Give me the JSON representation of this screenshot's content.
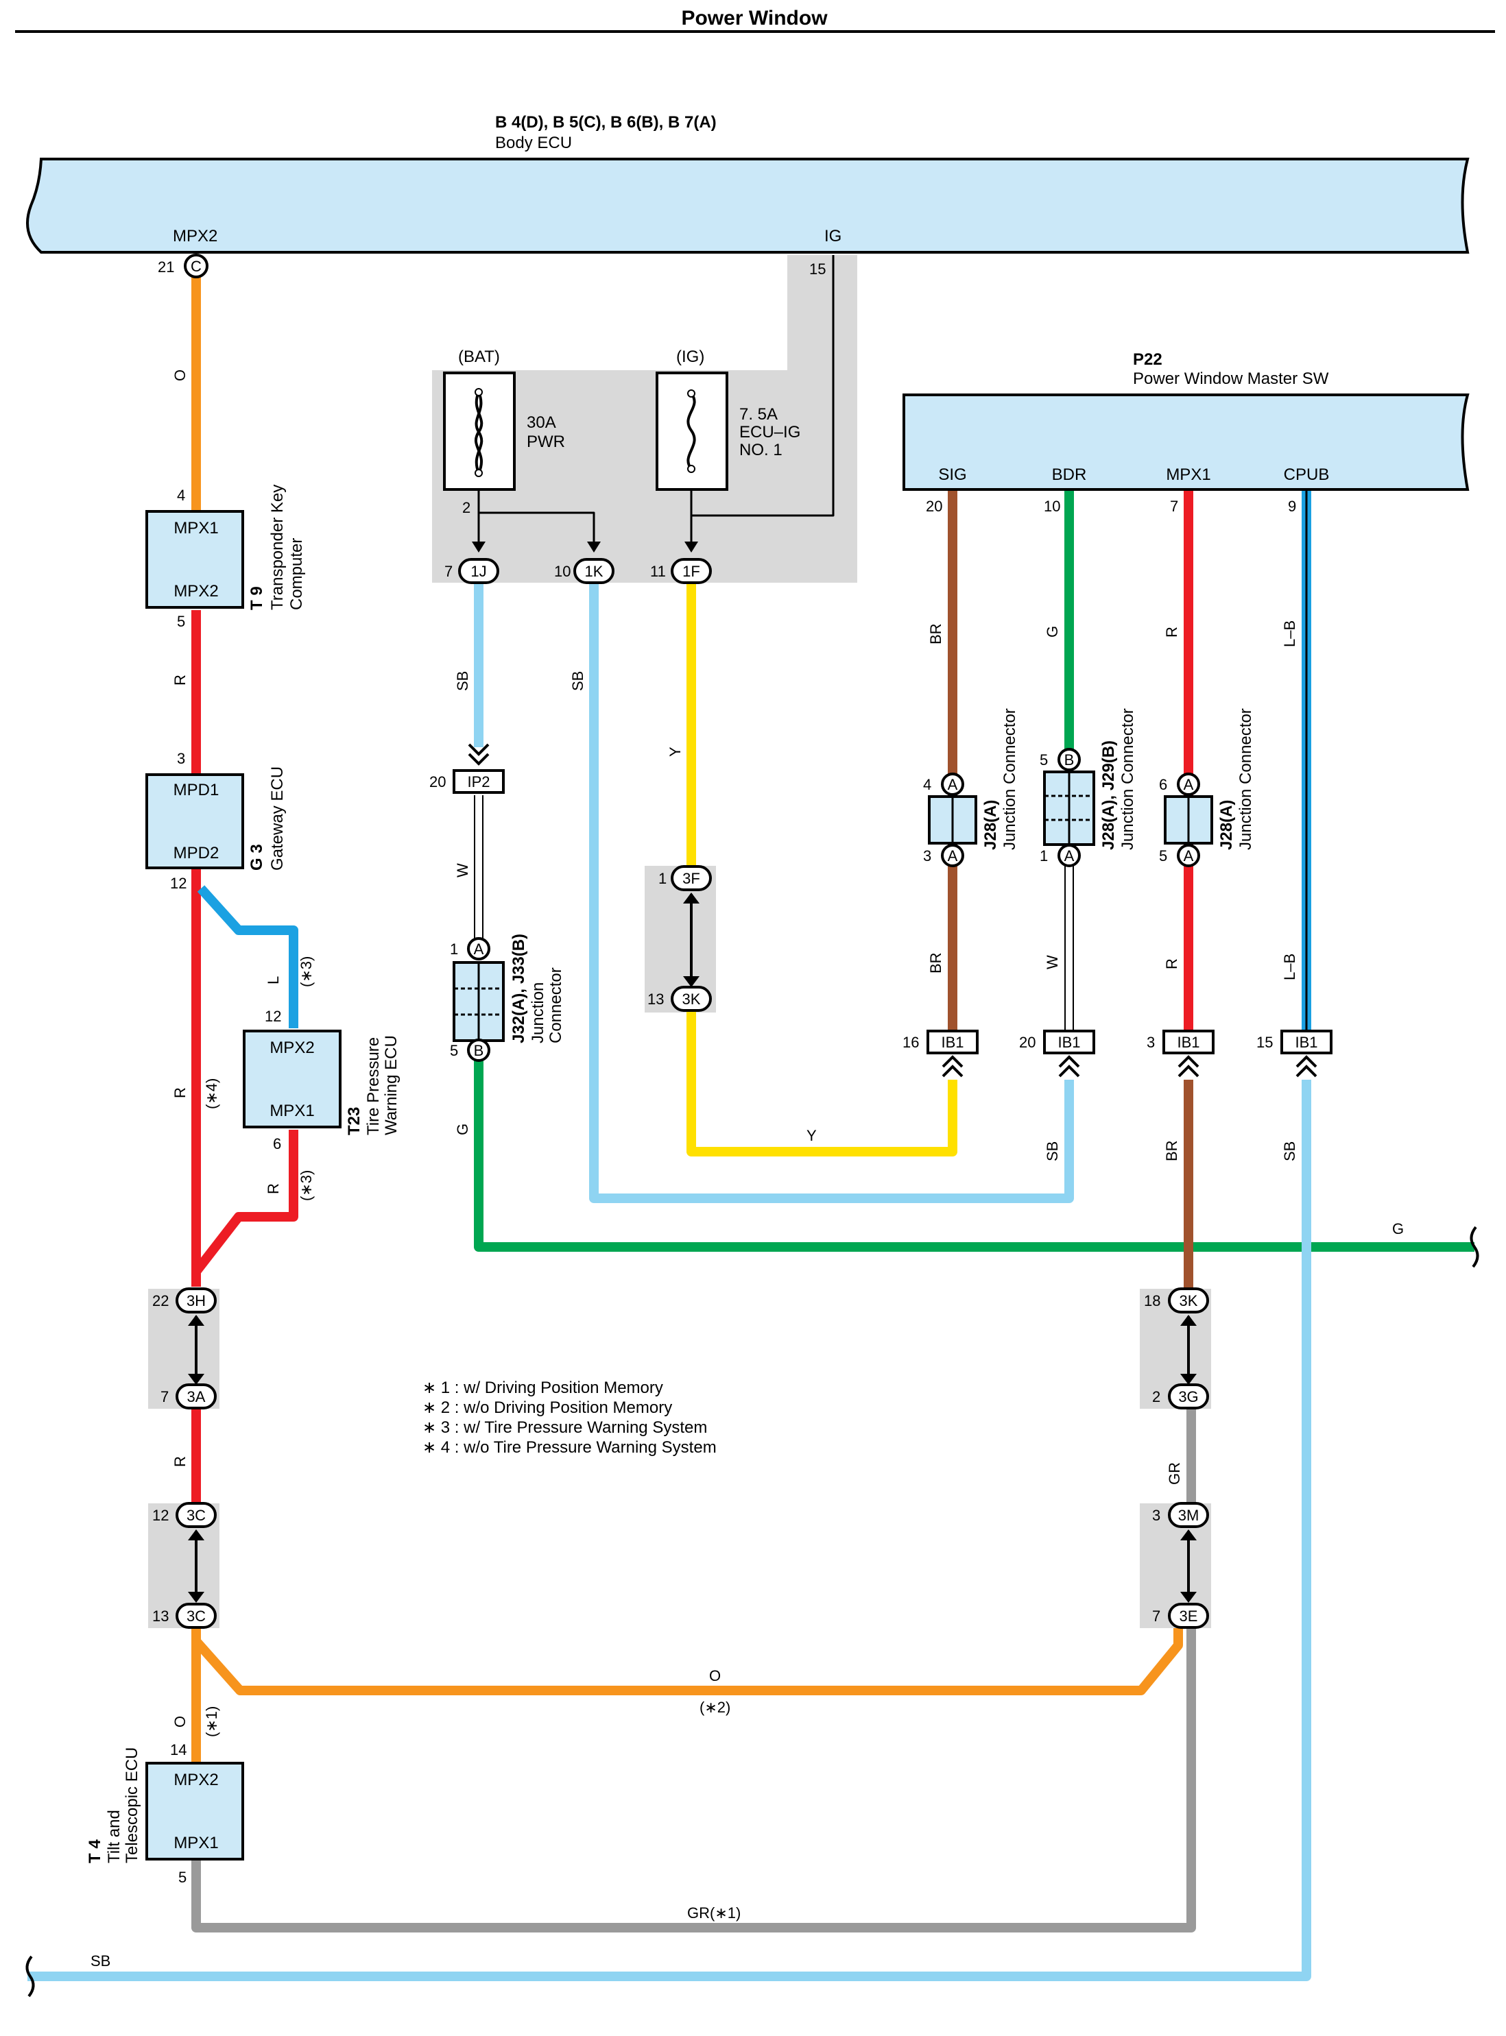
{
  "title": "Power Window",
  "body_ecu": {
    "code": "B 4(D), B 5(C), B 6(B), B 7(A)",
    "name": "Body ECU",
    "pins": {
      "mpx2_label": "MPX2",
      "mpx2_num": "21",
      "mpx2_conn": "C",
      "ig_label": "IG",
      "ig_num": "15"
    }
  },
  "master_sw": {
    "code": "P22",
    "name": "Power Window Master SW",
    "terminals": [
      {
        "label": "SIG",
        "num": "20"
      },
      {
        "label": "BDR",
        "num": "10"
      },
      {
        "label": "MPX1",
        "num": "7"
      },
      {
        "label": "CPUB",
        "num": "9"
      }
    ]
  },
  "fuses": [
    {
      "source": "(BAT)",
      "rating": "30A",
      "name": "PWR",
      "pin": "2"
    },
    {
      "source": "(IG)",
      "rating": "7. 5A",
      "name": "ECU–IG",
      "name2": "NO. 1"
    }
  ],
  "ecus": {
    "t9": {
      "top": "MPX1",
      "bottom": "MPX2",
      "code": "T 9",
      "name1": "Transponder Key",
      "name2": "Computer",
      "pin_top": "4",
      "pin_bottom": "5"
    },
    "g3": {
      "top": "MPD1",
      "bottom": "MPD2",
      "code": "G 3",
      "name1": "Gateway ECU",
      "pin_top": "3",
      "pin_bottom": "12"
    },
    "t23": {
      "top": "MPX2",
      "bottom": "MPX1",
      "code": "T23",
      "name1": "Tire Pressure",
      "name2": "Warning ECU",
      "pin_top": "12",
      "pin_bottom": "6"
    },
    "t4": {
      "top": "MPX2",
      "bottom": "MPX1",
      "code": "T 4",
      "name1": "Tilt and",
      "name2": "Telescopic ECU",
      "pin_top": "14",
      "pin_bottom": "5"
    }
  },
  "connectors": {
    "c1j": {
      "pin": "7",
      "label": "1J"
    },
    "c1k": {
      "pin": "10",
      "label": "1K"
    },
    "c1f": {
      "pin": "11",
      "label": "1F"
    },
    "ip2": {
      "pin": "20",
      "label": "IP2"
    },
    "c3f": {
      "pin": "1",
      "label": "3F"
    },
    "c3k_a": {
      "pin": "13",
      "label": "3K"
    },
    "c3h": {
      "pin": "22",
      "label": "3H"
    },
    "c3a": {
      "pin": "7",
      "label": "3A"
    },
    "c3c_a": {
      "pin": "12",
      "label": "3C"
    },
    "c3c_b": {
      "pin": "13",
      "label": "3C"
    },
    "c3k_b": {
      "pin": "18",
      "label": "3K"
    },
    "c3g": {
      "pin": "2",
      "label": "3G"
    },
    "c3m": {
      "pin": "3",
      "label": "3M"
    },
    "c3e": {
      "pin": "7",
      "label": "3E"
    },
    "ib1": [
      {
        "pin": "16",
        "label": "IB1"
      },
      {
        "pin": "20",
        "label": "IB1"
      },
      {
        "pin": "3",
        "label": "IB1"
      },
      {
        "pin": "15",
        "label": "IB1"
      }
    ]
  },
  "junctions": {
    "j32": {
      "code": "J32(A), J33(B)",
      "name1": "Junction",
      "name2": "Connector",
      "pin_top": "1",
      "top": "A",
      "pin_bottom": "5",
      "bottom": "B"
    },
    "j28a": {
      "code": "J28(A)",
      "name": "Junction Connector",
      "pin_top": "4",
      "top": "A",
      "pin_bottom": "3",
      "bottom": "A"
    },
    "j28b": {
      "code": "J28(A), J29(B)",
      "name": "Junction Connector",
      "pin_top": "5",
      "top": "B",
      "pin_bottom": "1",
      "bottom": "A"
    },
    "j28c": {
      "code": "J28(A)",
      "name": "Junction Connector",
      "pin_top": "6",
      "top": "A",
      "pin_bottom": "5",
      "bottom": "A"
    }
  },
  "wire_labels": {
    "o": "O",
    "r": "R",
    "l": "L",
    "sb": "SB",
    "y": "Y",
    "w": "W",
    "g": "G",
    "br": "BR",
    "lb": "L–B",
    "gr": "GR",
    "gr1": "GR(∗1)",
    "s1": "(∗1)",
    "s2": "(∗2)",
    "s3": "(∗3)",
    "s4": "(∗4)"
  },
  "notes": [
    "∗ 1 : w/ Driving Position Memory",
    "∗ 2 : w/o Driving Position Memory",
    "∗ 3 : w/ Tire Pressure Warning System",
    "∗ 4 : w/o Tire Pressure Warning System"
  ],
  "colors": {
    "orange": "#f7941d",
    "red": "#ed1c24",
    "blue": "#1ba1e2",
    "light_blue": "#8fd4f2",
    "yellow": "#ffe000",
    "green": "#00a651",
    "brown": "#a0522d",
    "gray": "#9a9a9a"
  }
}
